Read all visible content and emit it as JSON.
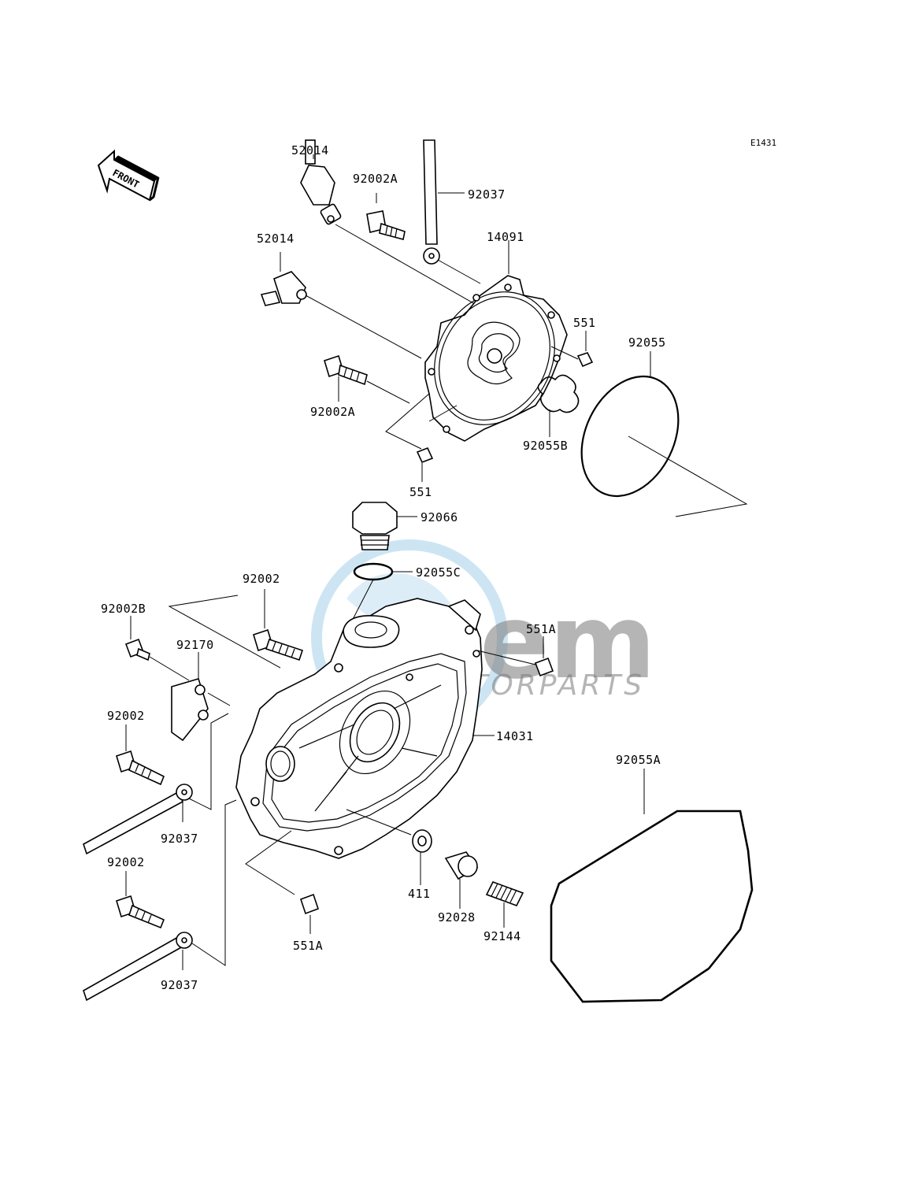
{
  "diagram_code": "E1431",
  "front_label": "FRONT",
  "watermark": {
    "brand": "oem",
    "sub": "MOTORPARTS"
  },
  "labels": {
    "p52014_top": "52014",
    "p92002A_top": "92002A",
    "p92037_top": "92037",
    "p14091": "14091",
    "p52014_mid": "52014",
    "p551_right": "551",
    "p92055": "92055",
    "p92002A_mid": "92002A",
    "p92055B": "92055B",
    "p551_mid": "551",
    "p92066": "92066",
    "p92055C": "92055C",
    "p92002_top": "92002",
    "p92002B": "92002B",
    "p551A_right": "551A",
    "p92170": "92170",
    "p92002_left": "92002",
    "p14031": "14031",
    "p92055A": "92055A",
    "p92037_mid": "92037",
    "p92002_low": "92002",
    "p411": "411",
    "p92028": "92028",
    "p92144": "92144",
    "p551A_low": "551A",
    "p92037_low": "92037"
  }
}
